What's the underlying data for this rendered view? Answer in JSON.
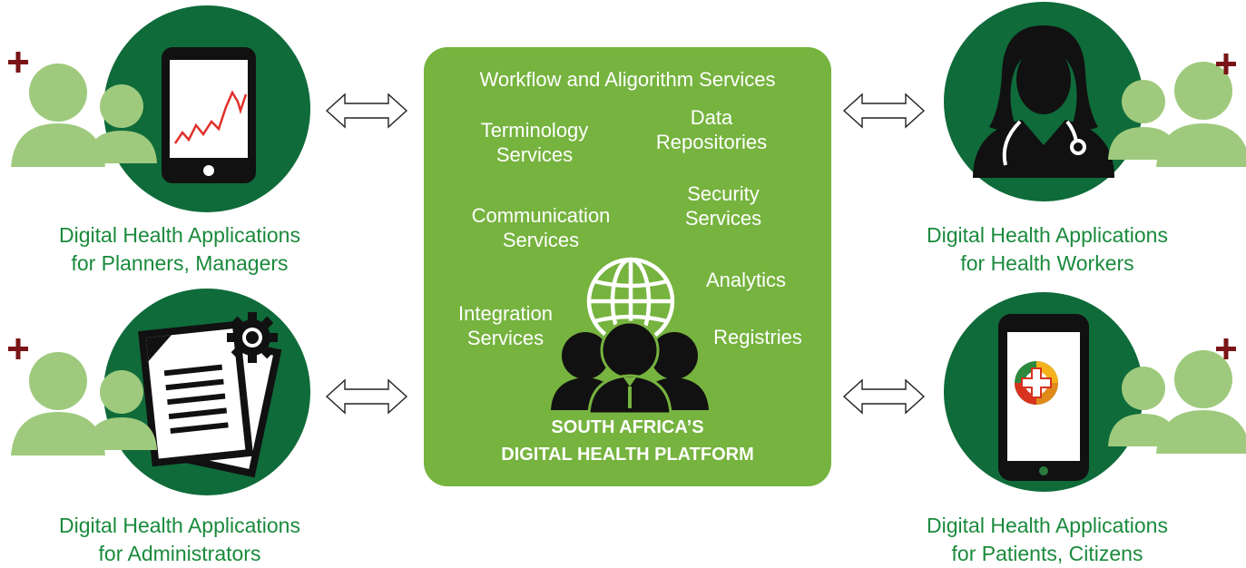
{
  "platform": {
    "services": [
      {
        "id": "workflow",
        "lines": [
          "Workflow and Aligorithm Services"
        ]
      },
      {
        "id": "terminology",
        "lines": [
          "Terminology",
          "Services"
        ]
      },
      {
        "id": "data",
        "lines": [
          "Data",
          "Repositories"
        ]
      },
      {
        "id": "communication",
        "lines": [
          "Communication",
          "Services"
        ]
      },
      {
        "id": "security",
        "lines": [
          "Security",
          "Services"
        ]
      },
      {
        "id": "analytics",
        "lines": [
          "Analytics"
        ]
      },
      {
        "id": "integration",
        "lines": [
          "Integration",
          "Services"
        ]
      },
      {
        "id": "registries",
        "lines": [
          "Registries"
        ]
      }
    ],
    "title_line1": "SOUTH AFRICA’S",
    "title_line2": "DIGITAL HEALTH PLATFORM"
  },
  "applications": [
    {
      "id": "planners",
      "line1": "Digital Health Applications",
      "line2": "for Planners, Managers",
      "icon": "tablet-chart-icon"
    },
    {
      "id": "health-workers",
      "line1": "Digital Health Applications",
      "line2": "for Health Workers",
      "icon": "doctor-icon"
    },
    {
      "id": "administrators",
      "line1": "Digital Health Applications",
      "line2": "for Administrators",
      "icon": "document-gear-icon"
    },
    {
      "id": "patients",
      "line1": "Digital Health Applications",
      "line2": "for Patients, Citizens",
      "icon": "phone-health-logo-icon"
    }
  ],
  "colors": {
    "dark_green": "#0f6b3a",
    "light_green": "#9fca7d",
    "platform_green": "#76b33f",
    "caption_green": "#1a8a3c",
    "plus_red": "#7a1416",
    "chart_red": "#e0302a"
  }
}
